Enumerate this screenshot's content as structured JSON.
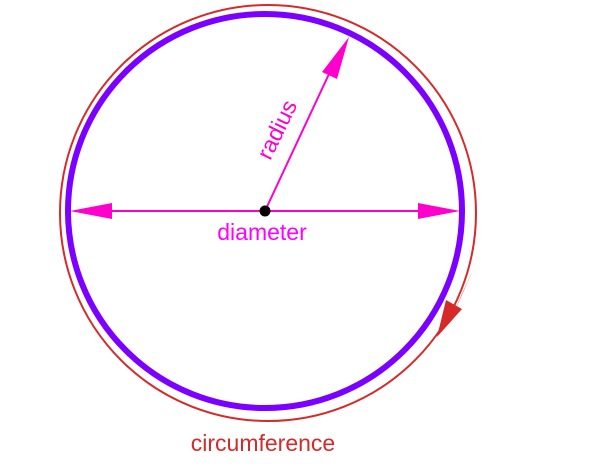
{
  "labels": {
    "radius": "radius",
    "diameter": "diameter",
    "circumference": "circumference"
  },
  "colors": {
    "inner_circle": "#7b00ff",
    "outer_circle": "#d62a2a",
    "radius_diameter": "#ff00cc",
    "circumference_label": "#d42a2a",
    "diameter_label": "#ff00ff",
    "center_point": "#000000"
  },
  "icons": {
    "center": "center-point-dot",
    "circumference_marker": "arrowhead-icon"
  }
}
